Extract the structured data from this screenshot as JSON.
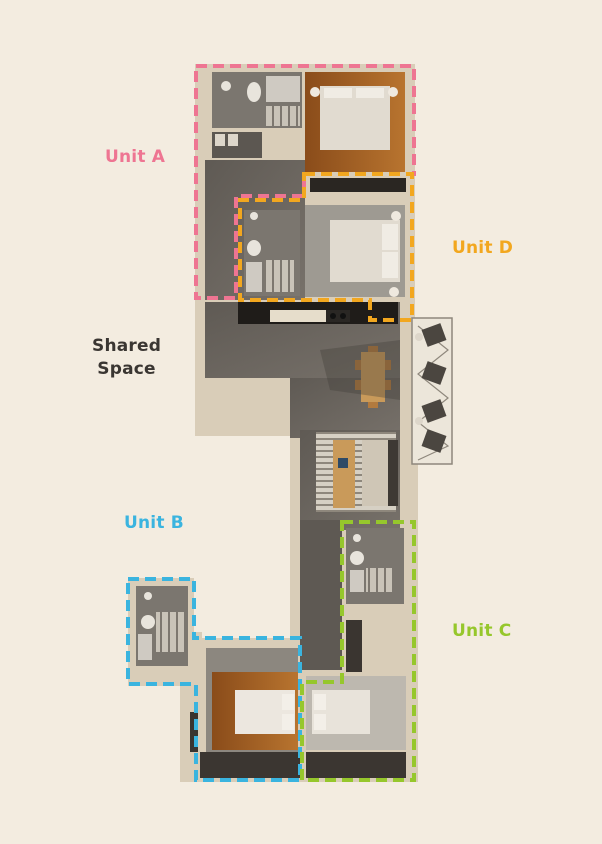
{
  "title": "Co-living floor plan with unit breakdown",
  "colors": {
    "background": "#f3ece0",
    "unit_a": "#ee7592",
    "unit_b": "#3ab4df",
    "unit_c": "#96c72c",
    "unit_d": "#f2a71f",
    "shared_label": "#3a3632",
    "wall": "#d9cdb8",
    "floor_gray": "#6e6962",
    "wood": "#9a5a22"
  },
  "labels": {
    "unit_a": "Unit A",
    "unit_b": "Unit B",
    "unit_c": "Unit C",
    "unit_d": "Unit D",
    "shared_line1": "Shared",
    "shared_line2": "Space"
  },
  "units": [
    {
      "id": "A",
      "label": "Unit A",
      "color": "#ee7592",
      "rooms": [
        "bedroom",
        "bathroom",
        "closet"
      ]
    },
    {
      "id": "B",
      "label": "Unit B",
      "color": "#3ab4df",
      "rooms": [
        "bedroom",
        "bathroom"
      ]
    },
    {
      "id": "C",
      "label": "Unit C",
      "color": "#96c72c",
      "rooms": [
        "bedroom",
        "bathroom",
        "closet"
      ]
    },
    {
      "id": "D",
      "label": "Unit D",
      "color": "#f2a71f",
      "rooms": [
        "bedroom",
        "bathroom"
      ]
    }
  ],
  "shared_space": {
    "label": "Shared Space",
    "rooms": [
      "kitchen",
      "dining",
      "living room",
      "balcony",
      "hallway"
    ]
  }
}
